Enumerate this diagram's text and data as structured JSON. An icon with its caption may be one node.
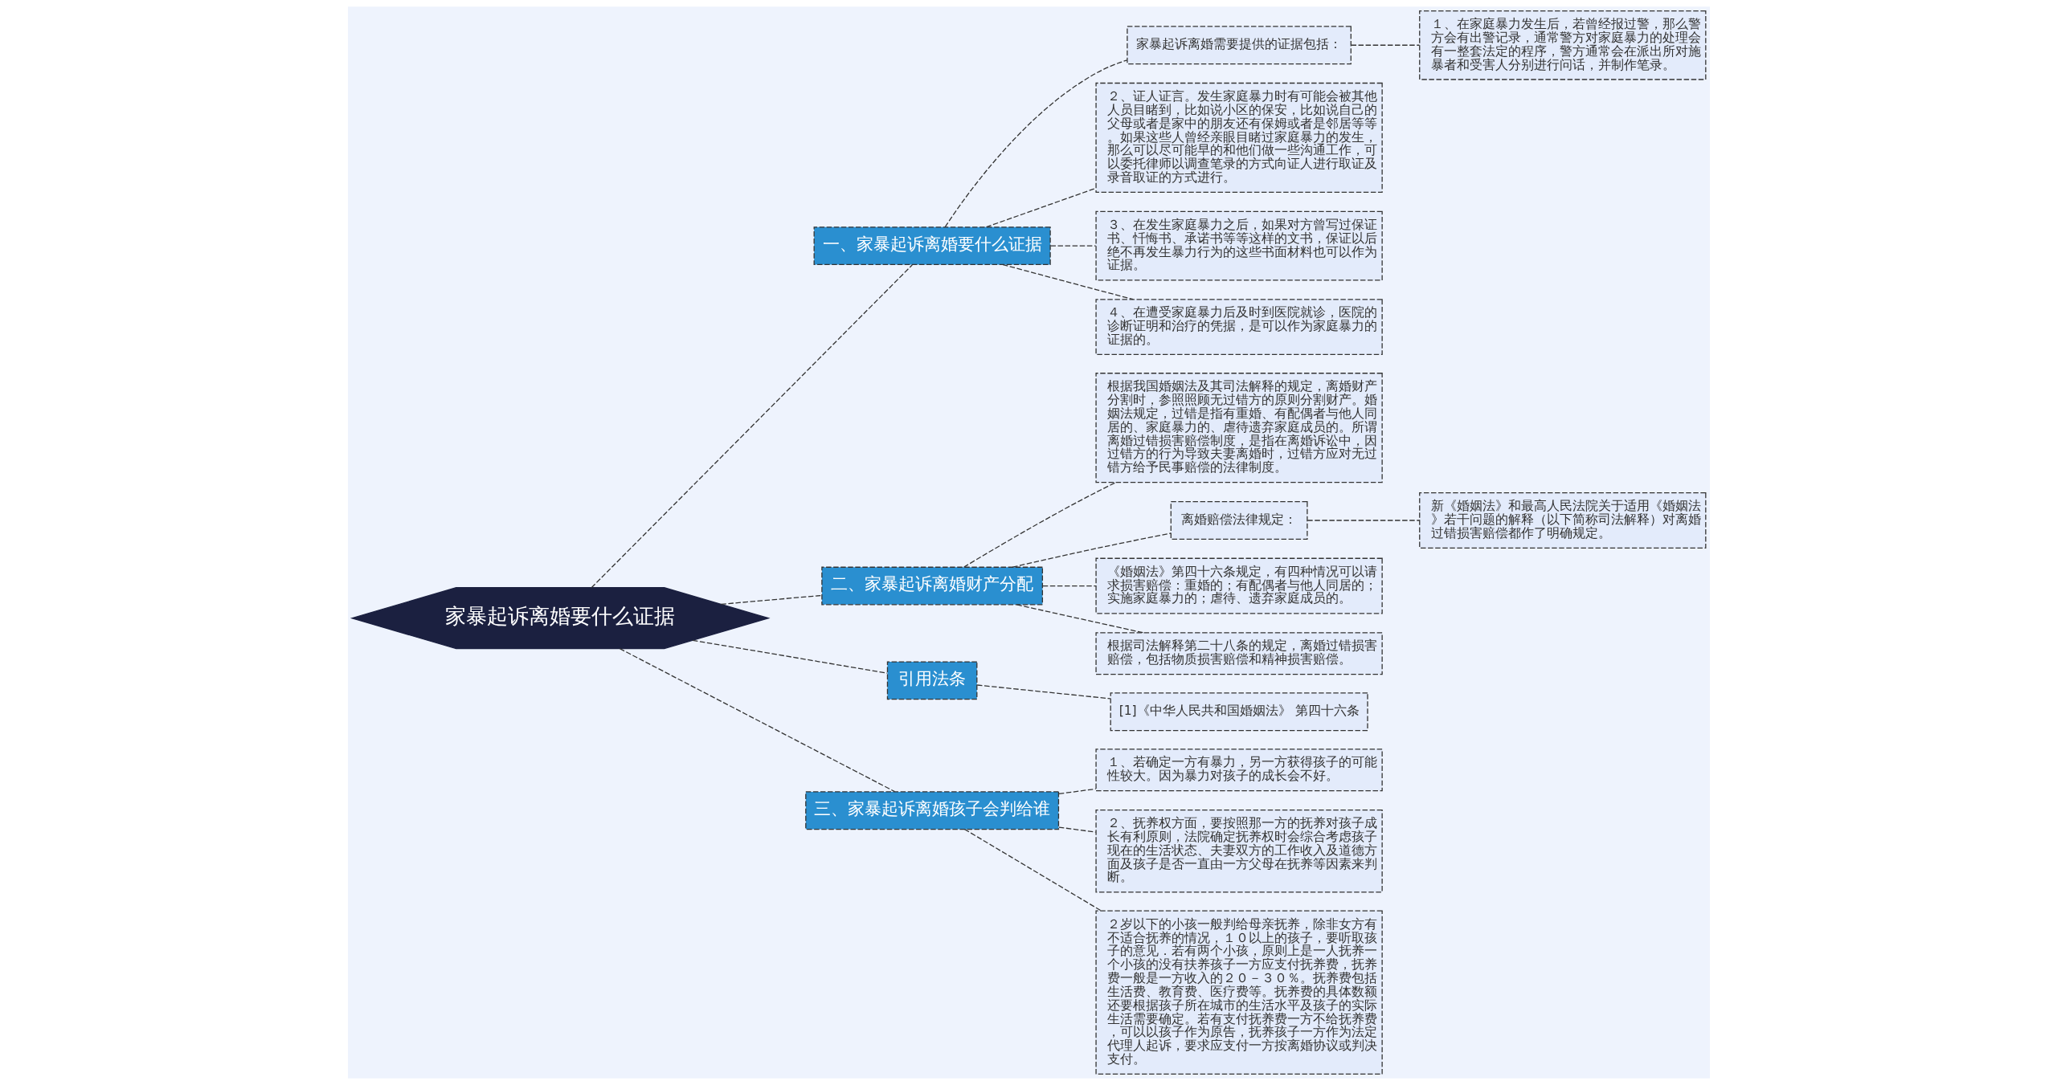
{
  "diagram": {
    "nodes": [
      {
        "text": [
          "家暴起诉离婚要什么证据"
        ]
      },
      {
        "text": [
          "一、家暴起诉离婚要什么证据"
        ]
      },
      {
        "text": [
          "家暴起诉离婚需要提供的证据包括："
        ]
      },
      {
        "text": [
          "１、在家庭暴力发生后，若曾经报过警，那么警方会有出警记录，通常警方对家庭暴力的处理会有一整套法定的程序，警方通常会在派出所对施暴者和受害人分别进行问话，并制作笔录。"
        ]
      },
      {
        "text": [
          "２、证人证言。发生家庭暴力时有可能会被其他人员目睹到，比如说小区的保安，比如说自己的父母或者是家中的朋友还有保姆或者是邻居等等。如果这些人曾经亲眼目睹过家庭暴力的发生，那么可以尽可能早的和他们做一些沟通工作，可以委托律师以调查笔录的方式向证人进行取证及录音取证的方式进行。"
        ]
      },
      {
        "text": [
          "３、在发生家庭暴力之后，如果对方曾写过保证书、忏悔书、承诺书等等这样的文书，保证以后绝不再发生暴力行为的这些书面材料也可以作为证据。"
        ]
      },
      {
        "text": [
          "４、在遭受家庭暴力后及时到医院就诊，医院的诊断证明和治疗的凭据，是可以作为家庭暴力的证据的。"
        ]
      },
      {
        "text": [
          "二、家暴起诉离婚财产分配"
        ]
      },
      {
        "text": [
          "根据我国婚姻法及其司法解释的规定，离婚财产分割时，参照照顾无过错方的原则分割财产。婚姻法规定，过错是指有重婚、有配偶者与他人同居的、家庭暴力的、虐待遗弃家庭成员的。所谓离婚过错损害赔偿制度，是指在离婚诉讼中，因过错方的行为导致夫妻离婚时，过错方应对无过错方给予民事赔偿的法律制度。"
        ]
      },
      {
        "text": [
          "离婚赔偿法律规定："
        ]
      },
      {
        "text": [
          "新《婚姻法》和最高人民法院关于适用《婚姻法》若干问题的解释（以下简称司法解释）对离婚过错损害赔偿都作了明确规定。"
        ]
      },
      {
        "text": [
          "《婚姻法》第四十六条规定，有四种情况可以请求损害赔偿：重婚的；有配偶者与他人同居的；实施家庭暴力的；虐待、遗弃家庭成员的。"
        ]
      },
      {
        "text": [
          "根据司法解释第二十八条的规定，离婚过错损害赔偿，包括物质损害赔偿和精神损害赔偿。"
        ]
      },
      {
        "text": [
          "引用法条"
        ]
      },
      {
        "text": [
          "[1]《中华人民共和国婚姻法》 第四十六条"
        ]
      },
      {
        "text": [
          "三、家暴起诉离婚孩子会判给谁"
        ]
      },
      {
        "text": [
          "１、若确定一方有暴力，另一方获得孩子的可能性较大。因为暴力对孩子的成长会不好。"
        ]
      },
      {
        "text": [
          "２、抚养权方面，要按照那一方的抚养对孩子成长有利原则，法院确定抚养权时会综合考虑孩子现在的生活状态、夫妻双方的工作收入及道德方面及孩子是否一直由一方父母在抚养等因素来判断。"
        ]
      },
      {
        "text": [
          "２岁以下的小孩一般判给母亲抚养，除非女方有不适合抚养的情况，１０以上的孩子，要听取孩子的意见．若有两个小孩，原则上是一人抚养一个小孩的没有扶养孩子一方应支付抚养费，抚养费一般是一方收入的２０－３０％。抚养费包括生活费、教育费、医疗费等。抚养费的具体数额还要根据孩子所在城市的生活水平及孩子的实际生活需要确定。若有支付抚养费一方不给抚养费，可以以孩子作为原告，抚养孩子一方作为法定代理人起诉，要求应支付一方按离婚协议或判决支付。"
        ]
      }
    ],
    "edges": [
      {
        "from": 0,
        "to": 1,
        "arrow": "none",
        "style": "dashed"
      },
      {
        "from": 1,
        "to": 2,
        "arrow": "none",
        "style": "dashed"
      },
      {
        "from": 2,
        "to": 3,
        "arrow": "none",
        "style": "dashed"
      },
      {
        "from": 1,
        "to": 4,
        "arrow": "none",
        "style": "dashed"
      },
      {
        "from": 1,
        "to": 5,
        "arrow": "none",
        "style": "dashed"
      },
      {
        "from": 1,
        "to": 6,
        "arrow": "none",
        "style": "dashed"
      },
      {
        "from": 0,
        "to": 7,
        "arrow": "none",
        "style": "dashed"
      },
      {
        "from": 7,
        "to": 8,
        "arrow": "none",
        "style": "dashed"
      },
      {
        "from": 7,
        "to": 9,
        "arrow": "none",
        "style": "dashed"
      },
      {
        "from": 9,
        "to": 10,
        "arrow": "none",
        "style": "dashed"
      },
      {
        "from": 7,
        "to": 11,
        "arrow": "none",
        "style": "dashed"
      },
      {
        "from": 7,
        "to": 12,
        "arrow": "none",
        "style": "dashed"
      },
      {
        "from": 0,
        "to": 13,
        "arrow": "none",
        "style": "dashed"
      },
      {
        "from": 13,
        "to": 14,
        "arrow": "none",
        "style": "dashed"
      },
      {
        "from": 0,
        "to": 15,
        "arrow": "none",
        "style": "dashed"
      },
      {
        "from": 15,
        "to": 16,
        "arrow": "none",
        "style": "dashed"
      },
      {
        "from": 15,
        "to": 17,
        "arrow": "none",
        "style": "dashed"
      },
      {
        "from": 15,
        "to": 18,
        "arrow": "none",
        "style": "dashed"
      }
    ]
  }
}
